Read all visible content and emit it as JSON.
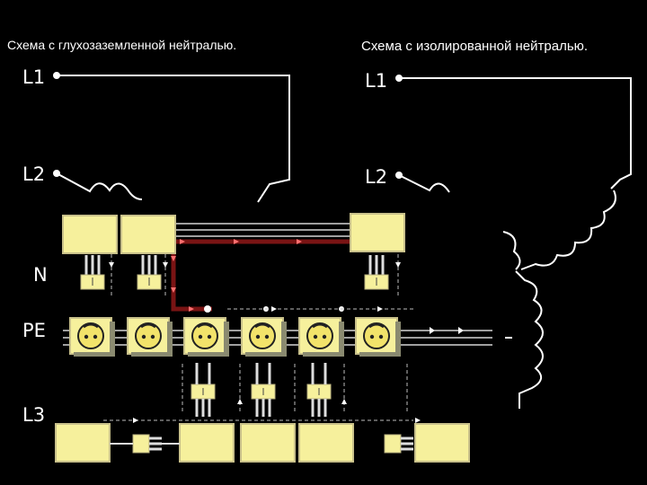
{
  "captions": {
    "left": "Схема с глухозаземленной нейтралью.",
    "right": "Схема с изолированной нейтралью."
  },
  "labels": {
    "l1_left": "L1",
    "l2_left": "L2",
    "n": "N",
    "pe": "PE",
    "l3": "L3",
    "l1_right": "L1",
    "l2_right": "L2"
  },
  "colors": {
    "background": "#000000",
    "appliance": "#f6f09c",
    "socket": "#f2e36a",
    "fault_path": "#7a1414",
    "wire": "#ffffff"
  }
}
